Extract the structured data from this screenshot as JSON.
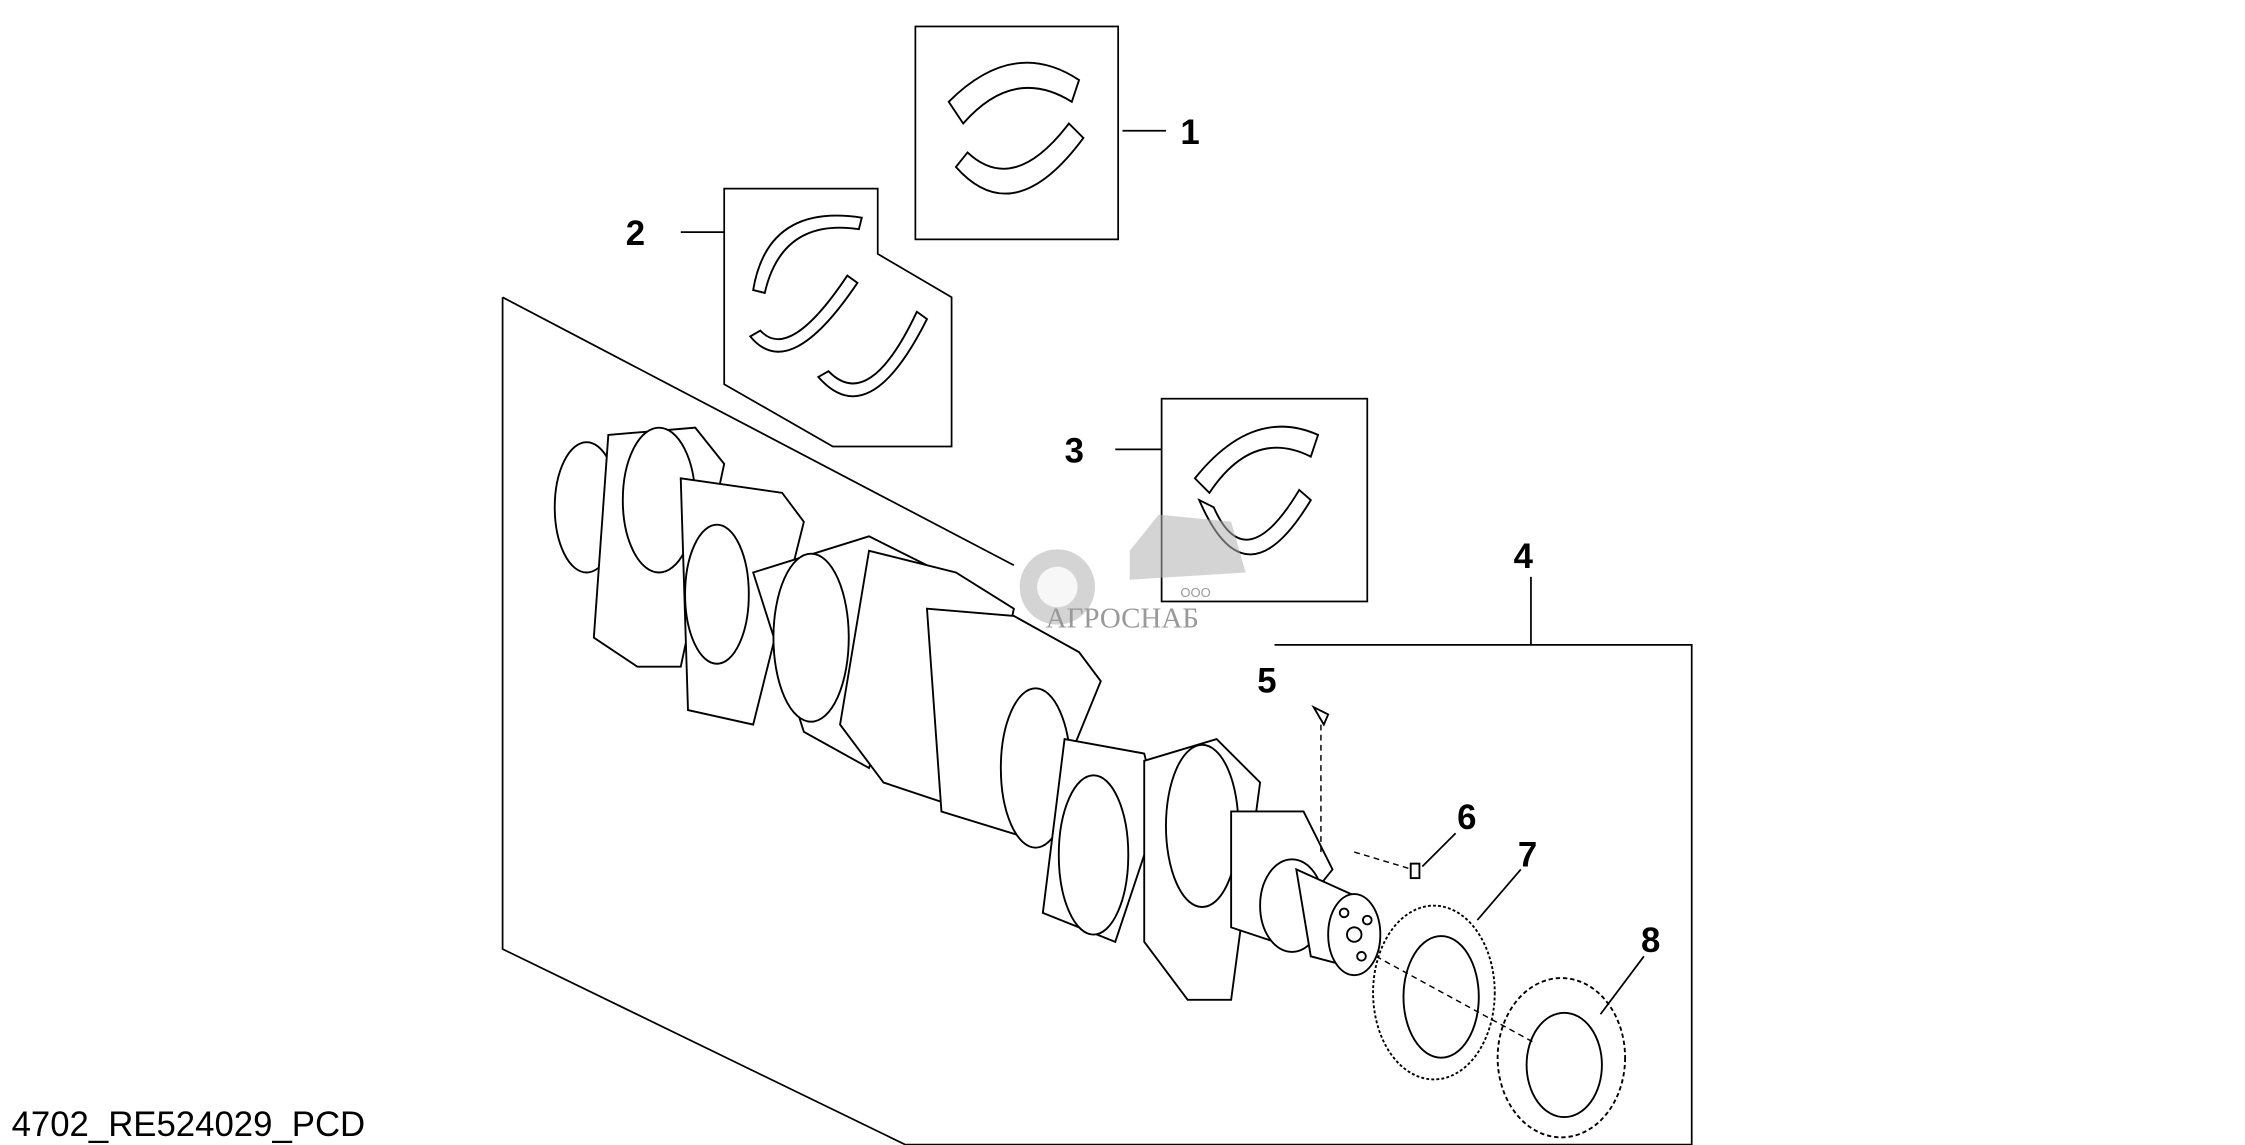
{
  "diagram": {
    "drawing_id": "4702_RE524029_PCD",
    "callouts": [
      "1",
      "2",
      "3",
      "4",
      "5",
      "6",
      "7",
      "8"
    ],
    "watermark": {
      "company_prefix": "ООО",
      "company_name": "АГРОСНАБ"
    }
  }
}
